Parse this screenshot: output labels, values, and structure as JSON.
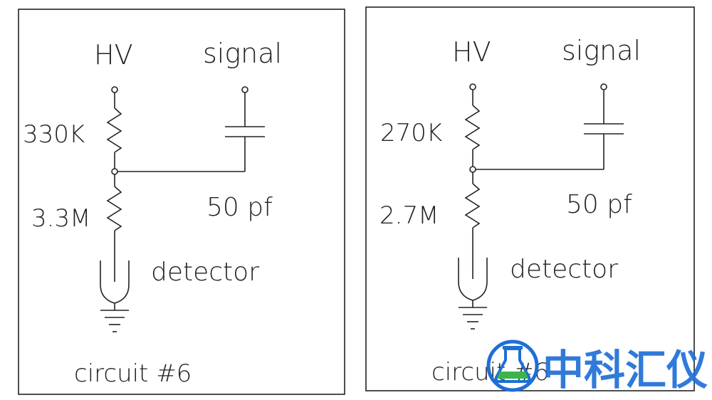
{
  "circuits": [
    {
      "hv_label": "HV",
      "signal_label": "signal",
      "resistor_top": "330K",
      "resistor_bottom": "3.3M",
      "capacitor": "50 pf",
      "detector_label": "detector",
      "caption": "circuit #6"
    },
    {
      "hv_label": "HV",
      "signal_label": "signal",
      "resistor_top": "270K",
      "resistor_bottom": "2.7M",
      "capacitor": "50 pf",
      "detector_label": "detector",
      "caption": "circuit #6"
    }
  ],
  "watermark": {
    "text": "中科汇仪",
    "logo_icon": "flask-circle-logo",
    "color": "#1e6fd6",
    "accent": "#3bb54a"
  }
}
